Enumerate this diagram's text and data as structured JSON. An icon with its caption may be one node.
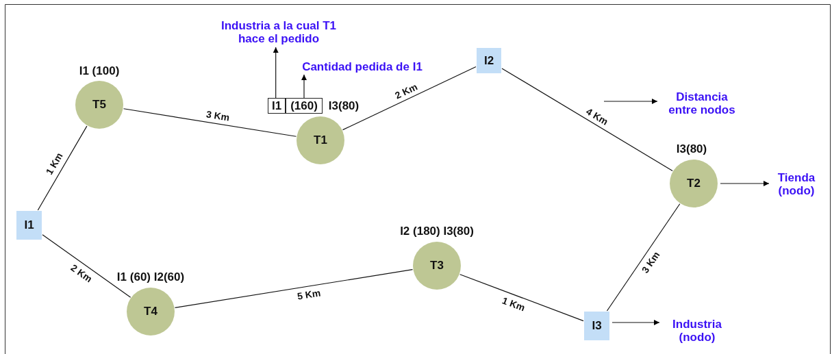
{
  "diagram": {
    "nodes": [
      {
        "text": [
          "T5"
        ],
        "beside": [
          "I1 (100)"
        ]
      },
      {
        "text": [
          "T1"
        ],
        "beside": [
          "I3(80)"
        ]
      },
      {
        "text": [
          "I1"
        ]
      },
      {
        "text": [
          "(160)"
        ]
      },
      {
        "text": [
          "Industria a la cual T1 hace el pedido"
        ]
      },
      {
        "text": [
          "Cantidad pedida de I1"
        ]
      },
      {
        "text": [
          "I2"
        ]
      },
      {
        "text": [
          "Distancia entre nodos"
        ]
      },
      {
        "text": [
          "T2"
        ],
        "beside": [
          "I3(80)"
        ]
      },
      {
        "text": [
          "Tienda (nodo)"
        ]
      },
      {
        "text": [
          "I1"
        ]
      },
      {
        "text": [
          "T4"
        ],
        "beside": [
          "I1 (60) I2(60)"
        ]
      },
      {
        "text": [
          "T3"
        ],
        "beside": [
          "I2 (180) I3(80)"
        ]
      },
      {
        "text": [
          "I3"
        ]
      },
      {
        "text": [
          "Industria (nodo)"
        ]
      }
    ],
    "edges": [
      {
        "from": 10,
        "to": 0,
        "arrow": "none",
        "label": "1 Km"
      },
      {
        "from": 0,
        "to": 1,
        "arrow": "none",
        "label": "3 Km"
      },
      {
        "from": 1,
        "to": 6,
        "arrow": "none",
        "label": "2 Km"
      },
      {
        "from": 6,
        "to": 8,
        "arrow": "none",
        "label": "4 Km"
      },
      {
        "from": 8,
        "to": 13,
        "arrow": "none",
        "label": "3 Km"
      },
      {
        "from": 13,
        "to": 12,
        "arrow": "none",
        "label": "1 Km"
      },
      {
        "from": 12,
        "to": 11,
        "arrow": "none",
        "label": "5 Km"
      },
      {
        "from": 11,
        "to": 10,
        "arrow": "none",
        "label": "2 Km"
      },
      {
        "from": 2,
        "to": 4,
        "arrow": "to"
      },
      {
        "from": 3,
        "to": 5,
        "arrow": "to"
      },
      {
        "from": null,
        "to": 7,
        "arrow": "to"
      },
      {
        "from": 8,
        "to": 9,
        "arrow": "to"
      },
      {
        "from": 13,
        "to": 14,
        "arrow": "to"
      }
    ]
  }
}
